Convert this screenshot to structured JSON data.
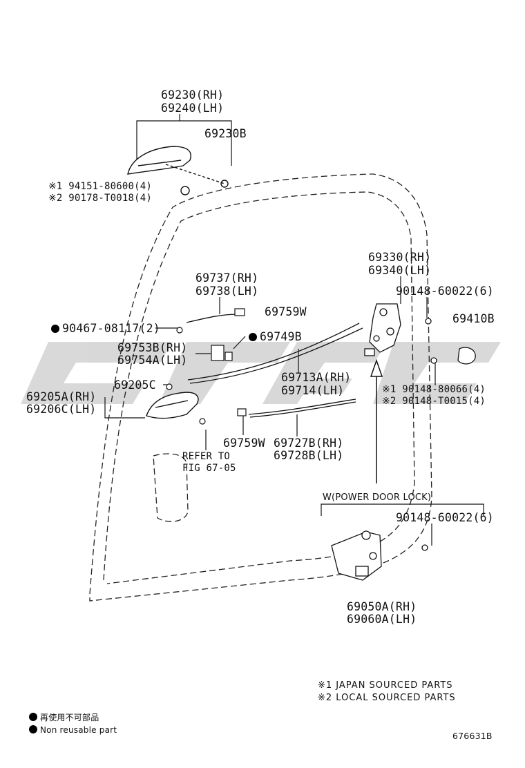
{
  "parts": {
    "ohandle_rh": "69230(RH)",
    "ohandle_lh": "69240(LH)",
    "ohandle_cover": "69230B",
    "nut_japan": "※1 94151-80600(4)",
    "nut_local": "※2 90178-T0018(4)",
    "lock_rh": "69330(RH)",
    "lock_lh": "69340(LH)",
    "lock_screw": "90148-60022(6)",
    "striker": "69410B",
    "rod_rh": "69737(RH)",
    "rod_lh": "69738(LH)",
    "clip_upper": "69759W",
    "clip_nr_a": "90467-08117(2)",
    "clip_nr_b": "69749B",
    "bellcrank_rh": "69753B(RH)",
    "bellcrank_lh": "69754A(LH)",
    "ihandle_cover": "69205C",
    "ihandle_rh": "69205A(RH)",
    "ihandle_lh": "69206C(LH)",
    "cable_rh": "69713A(RH)",
    "cable_lh": "69714(LH)",
    "striker_screw_japan": "※1 90148-80066(4)",
    "striker_screw_local": "※2 90148-T0015(4)",
    "clip_lower": "69759W",
    "rod2_rh": "69727B(RH)",
    "rod2_lh": "69728B(LH)",
    "refer_line1": "REFER TO",
    "refer_line2": "FIG 67-05",
    "power_lock_title": "W(POWER DOOR LOCK)",
    "power_lock_screw": "90148-60022(6)",
    "power_lock_rh": "69050A(RH)",
    "power_lock_lh": "69060A(LH)"
  },
  "notes": {
    "japan": "※1 JAPAN SOURCED PARTS",
    "local": "※2 LOCAL SOURCED PARTS"
  },
  "legend": {
    "nonreusable_jp": "再使用不可部品",
    "nonreusable_en": "Non reusable part"
  },
  "figure_id": "676631B",
  "colors": {
    "ink": "#111111",
    "watermark": "#c8c8c8"
  }
}
